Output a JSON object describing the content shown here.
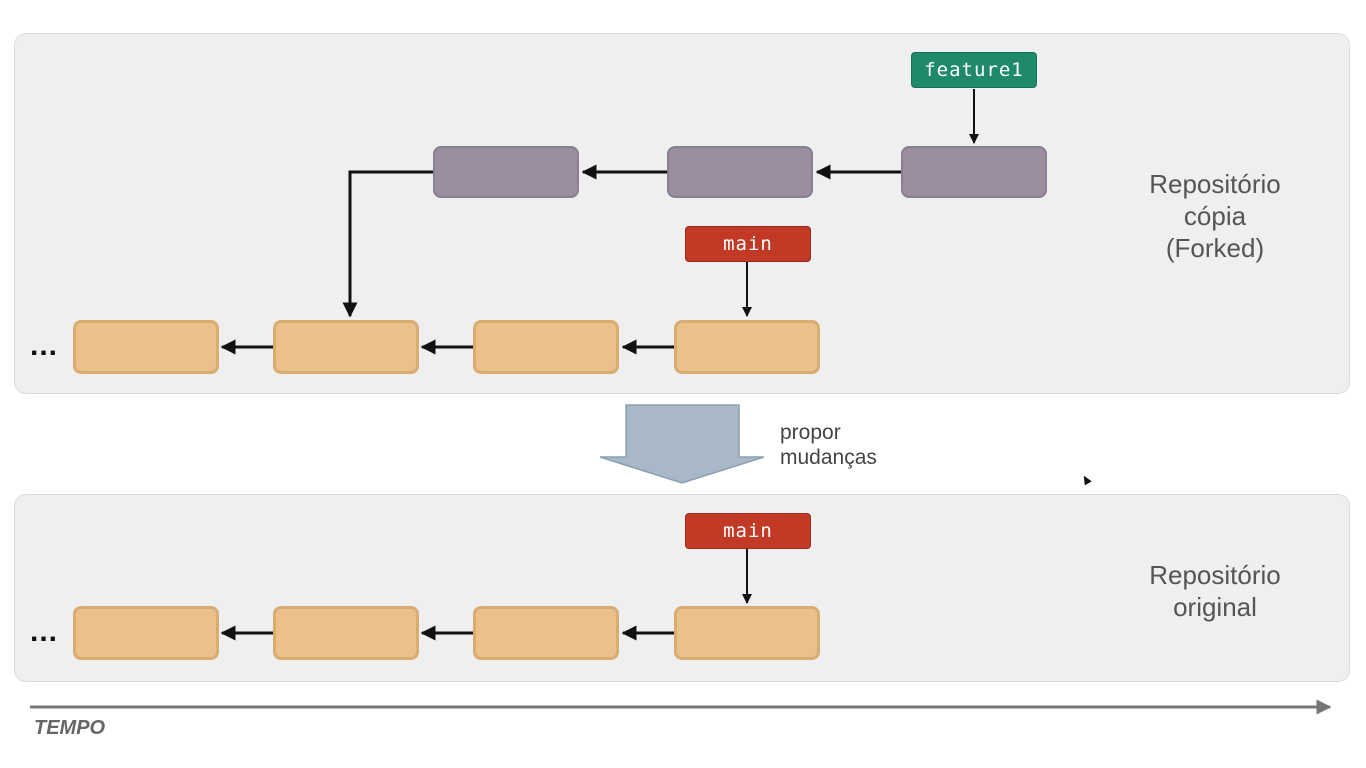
{
  "fork_repo": {
    "label_lines": [
      "Repositório",
      "cópia",
      "(Forked)"
    ],
    "branches": {
      "feature": "feature1",
      "main": "main"
    },
    "ellipsis": "..."
  },
  "arrow_label_lines": [
    "propor",
    "mudanças"
  ],
  "original_repo": {
    "label_lines": [
      "Repositório",
      "original"
    ],
    "branches": {
      "main": "main"
    },
    "ellipsis": "..."
  },
  "time_axis": {
    "label": "TEMPO"
  },
  "colors": {
    "commit_main": "#eac18b",
    "commit_feature": "#9a8e9f",
    "tag_main": "#c23a25",
    "tag_feature": "#1e8a6a",
    "panel": "#efefef",
    "propose_arrow": "#a9b8c7"
  }
}
